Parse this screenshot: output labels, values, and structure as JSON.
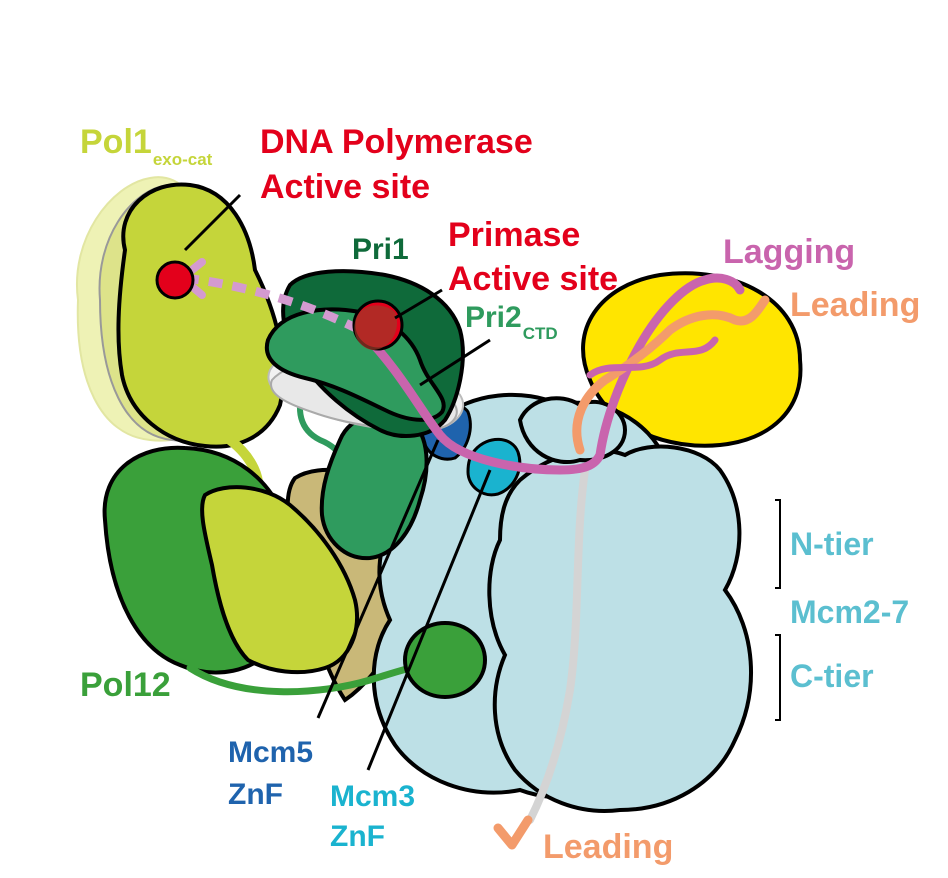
{
  "labels": {
    "pol1": "Pol1",
    "pol1_sub": "exo-cat",
    "dna_pol_line1": "DNA Polymerase",
    "dna_pol_line2": "Active site",
    "pri1": "Pri1",
    "primase_line1": "Primase",
    "primase_line2": "Active site",
    "pri2": "Pri2",
    "pri2_sub": "CTD",
    "lagging": "Lagging",
    "leading_top": "Leading",
    "n_tier": "N-tier",
    "mcm27": "Mcm2-7",
    "c_tier": "C-tier",
    "pol12": "Pol12",
    "mcm5_line1": "Mcm5",
    "mcm5_line2": "ZnF",
    "mcm3_line1": "Mcm3",
    "mcm3_line2": "ZnF",
    "leading_bottom": "Leading"
  },
  "colors": {
    "red": "#e3001b",
    "lime": "#c5d53a",
    "lime_dark": "#a9b92a",
    "green": "#3aa03a",
    "pri1_dark": "#0f6a3a",
    "pri_green": "#2f9b5e",
    "mcm_blue": "#bde0e6",
    "mcm_text": "#5bbfd0",
    "mcm5_blue": "#1f63ad",
    "mcm3_cyan": "#1ab3cf",
    "yellow": "#ffe500",
    "lagging": "#c964ad",
    "leading": "#f39b6b",
    "tan": "#c9b878"
  }
}
